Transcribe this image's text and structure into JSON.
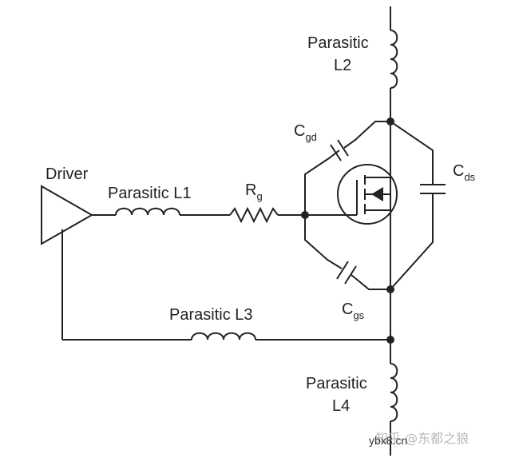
{
  "labels": {
    "driver": "Driver",
    "l1": "Parasitic L1",
    "l2_line1": "Parasitic",
    "l2_line2": "L2",
    "l3": "Parasitic L3",
    "l4_line1": "Parasitic",
    "l4_line2": "L4",
    "rg_main": "R",
    "rg_sub": "g",
    "cgd_main": "C",
    "cgd_sub": "gd",
    "cds_main": "C",
    "cds_sub": "ds",
    "cgs_main": "C",
    "cgs_sub": "gs"
  },
  "watermark": {
    "text": "知乎 @东都之狼",
    "url": "ybx8.cn"
  }
}
